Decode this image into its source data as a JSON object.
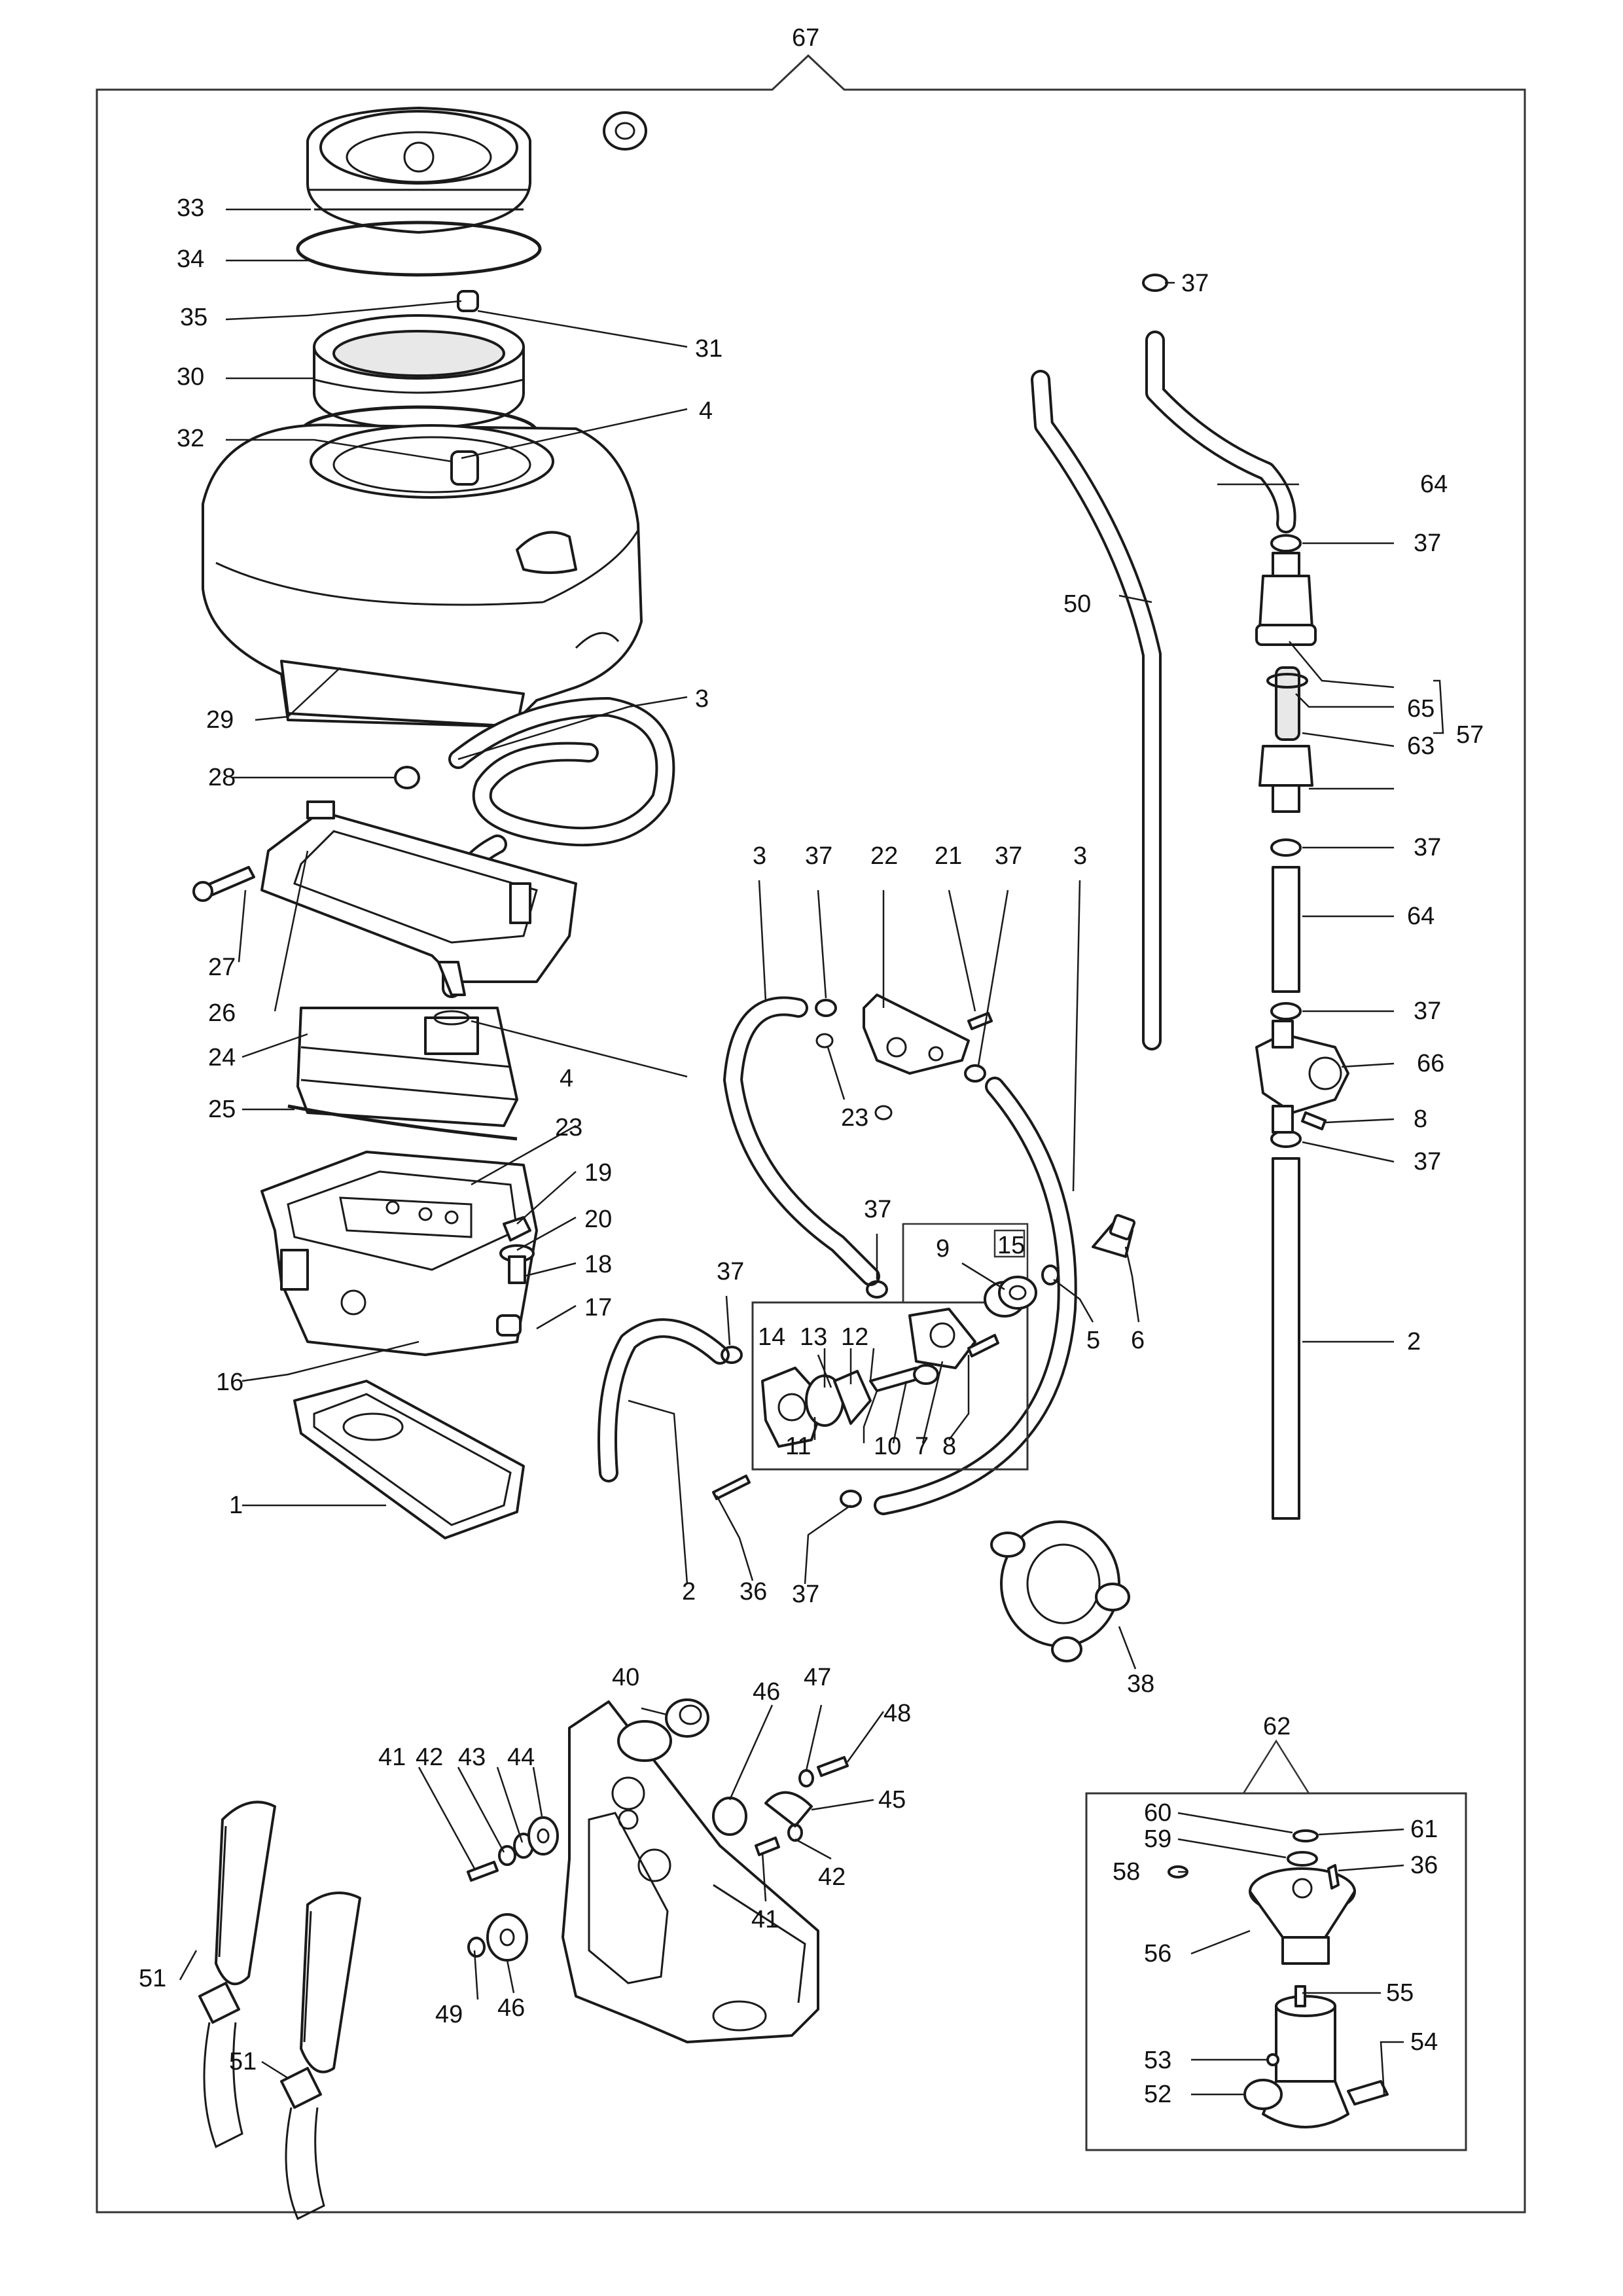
{
  "assembly_number": "67",
  "kit_box_label": "15",
  "callouts": {
    "c1": "1",
    "c2a": "2",
    "c2b": "2",
    "c3a": "3",
    "c3b": "3",
    "c3c": "3",
    "c4a": "4",
    "c4b": "4",
    "c5": "5",
    "c6": "6",
    "c7": "7",
    "c8a": "8",
    "c8b": "8",
    "c9": "9",
    "c10": "10",
    "c11": "11",
    "c12": "12",
    "c13": "13",
    "c14": "14",
    "c16": "16",
    "c17": "17",
    "c18": "18",
    "c19": "19",
    "c20": "20",
    "c21": "21",
    "c22": "22",
    "c23a": "23",
    "c23b": "23",
    "c24": "24",
    "c25": "25",
    "c26": "26",
    "c27": "27",
    "c28": "28",
    "c29": "29",
    "c30": "30",
    "c31": "31",
    "c32": "32",
    "c33": "33",
    "c34": "34",
    "c35": "35",
    "c36a": "36",
    "c36b": "36",
    "c37a": "37",
    "c37b": "37",
    "c37c": "37",
    "c37d": "37",
    "c37e": "37",
    "c37f": "37",
    "c37g": "37",
    "c37h": "37",
    "c37i": "37",
    "c37j": "37",
    "c38": "38",
    "c40": "40",
    "c41a": "41",
    "c41b": "41",
    "c42a": "42",
    "c42b": "42",
    "c43": "43",
    "c44": "44",
    "c45": "45",
    "c46a": "46",
    "c46b": "46",
    "c47": "47",
    "c48": "48",
    "c49": "49",
    "c50": "50",
    "c51a": "51",
    "c51b": "51",
    "c52": "52",
    "c53": "53",
    "c54": "54",
    "c55": "55",
    "c56": "56",
    "c57": "57",
    "c58": "58",
    "c59": "59",
    "c60": "60",
    "c61": "61",
    "c62": "62",
    "c63": "63",
    "c64a": "64",
    "c64b": "64",
    "c65": "65",
    "c66": "66"
  }
}
